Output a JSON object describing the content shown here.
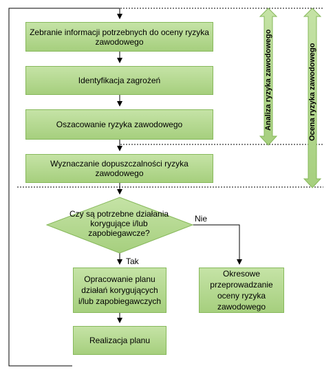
{
  "steps": {
    "gather": "Zebranie informacji potrzebnych do oceny ryzyka zawodowego",
    "identify": "Identyfikacja zagrożeń",
    "estimate": "Oszacowanie ryzyka zawodowego",
    "acceptability": "Wyznaczanie dopuszczalności ryzyka zawodowego",
    "decision": "Czy są potrzebne działania korygujące i/lub zapobiegawcze?",
    "plan": "Opracowanie planu działań korygujących i/lub zapobiegawczych",
    "implement": "Realizacja planu",
    "periodic": "Okresowe przeprowadzanie oceny ryzyka zawodowego"
  },
  "branches": {
    "yes": "Tak",
    "no": "Nie"
  },
  "side_labels": {
    "analysis": "Analiza ryzyka zawodowego",
    "assessment": "Ocena ryzyka zawodowego"
  },
  "colors": {
    "box_fill": "#b5da8f",
    "box_border": "#86b85a",
    "arrow_fill": "#b5da8f"
  }
}
